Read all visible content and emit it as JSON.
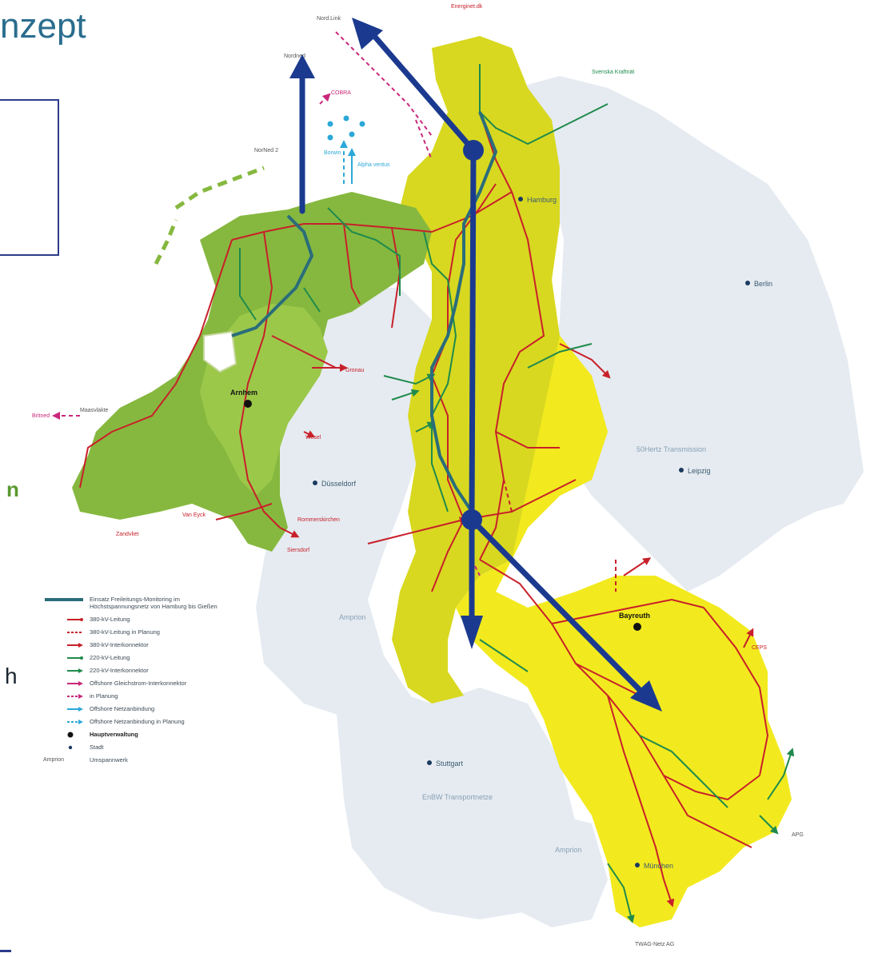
{
  "slide": {
    "title_fragment": "nzept",
    "left_fragment_n": "n",
    "left_fragment_h": "h"
  },
  "colors": {
    "tennet_nl": "#86b83f",
    "tennet_de": "#d8d820",
    "tennet_de_light": "#f2ea1e",
    "other_zones": "#e5ebf1",
    "line_380": "#c8202a",
    "line_220": "#1f8a4c",
    "offshore": "#2ca8d8",
    "interconnector_pink": "#c8287a",
    "arrow": "#1b3a8f",
    "monitoring": "#2a6d7a"
  },
  "map": {
    "cities": [
      {
        "name": "Hamburg",
        "dot": "city"
      },
      {
        "name": "Berlin",
        "dot": "city"
      },
      {
        "name": "Leipzig",
        "dot": "city"
      },
      {
        "name": "Düsseldorf",
        "dot": "city"
      },
      {
        "name": "Stuttgart",
        "dot": "city"
      },
      {
        "name": "München",
        "dot": "city"
      },
      {
        "name": "Arnhem",
        "dot": "hq"
      },
      {
        "name": "Bayreuth",
        "dot": "hq"
      }
    ],
    "zones": {
      "fiftyhertz": "50Hertz Transmission",
      "amprion_west": "Amprion",
      "amprion_south": "Amprion",
      "enbw": "EnBW Transportnetze"
    },
    "external_labels": [
      "Energinet.dk",
      "Nord.Link",
      "Nordned",
      "COBRA",
      "Svenska Kraftnät",
      "NorNed 2",
      "Borwin",
      "Alpha ventus",
      "Britned",
      "Zandvliet",
      "Van Eyck",
      "Rommerskirchen",
      "Siersdorf",
      "Wesel",
      "Gronau",
      "CEPS",
      "APG",
      "TWAG-Netz AG",
      "Maasvlakte"
    ]
  },
  "legend": [
    {
      "style": "monitoring",
      "label": "Einsatz Freileitungs-Monitoring im Höchstspannungsnetz von Hamburg bis Gießen",
      "bold": false
    },
    {
      "style": "red-solid",
      "label": "380-kV-Leitung",
      "bold": false
    },
    {
      "style": "red-dashed",
      "label": "380-kV-Leitung in Planung",
      "bold": false
    },
    {
      "style": "red-arrow",
      "label": "380-kV-Interkonnektor",
      "bold": false
    },
    {
      "style": "green-solid",
      "label": "220-kV-Leitung",
      "bold": false
    },
    {
      "style": "green-arrow",
      "label": "220-kV-Interkonnektor",
      "bold": false
    },
    {
      "style": "pink-arrow",
      "label": "Offshore Gleichstrom-Interkonnektor",
      "bold": false
    },
    {
      "style": "pink-dashed",
      "label": "in Planung",
      "bold": false
    },
    {
      "style": "blue-solid",
      "label": "Offshore Netzanbindung",
      "bold": false
    },
    {
      "style": "blue-dashed",
      "label": "Offshore Netzanbindung in Planung",
      "bold": false
    },
    {
      "style": "hq-dot",
      "label": "Hauptverwaltung",
      "bold": true
    },
    {
      "style": "city-dot",
      "label": "Stadt",
      "bold": false
    },
    {
      "style": "text-key",
      "key": "Amprion",
      "label": "Umspannwerk",
      "bold": false
    }
  ]
}
